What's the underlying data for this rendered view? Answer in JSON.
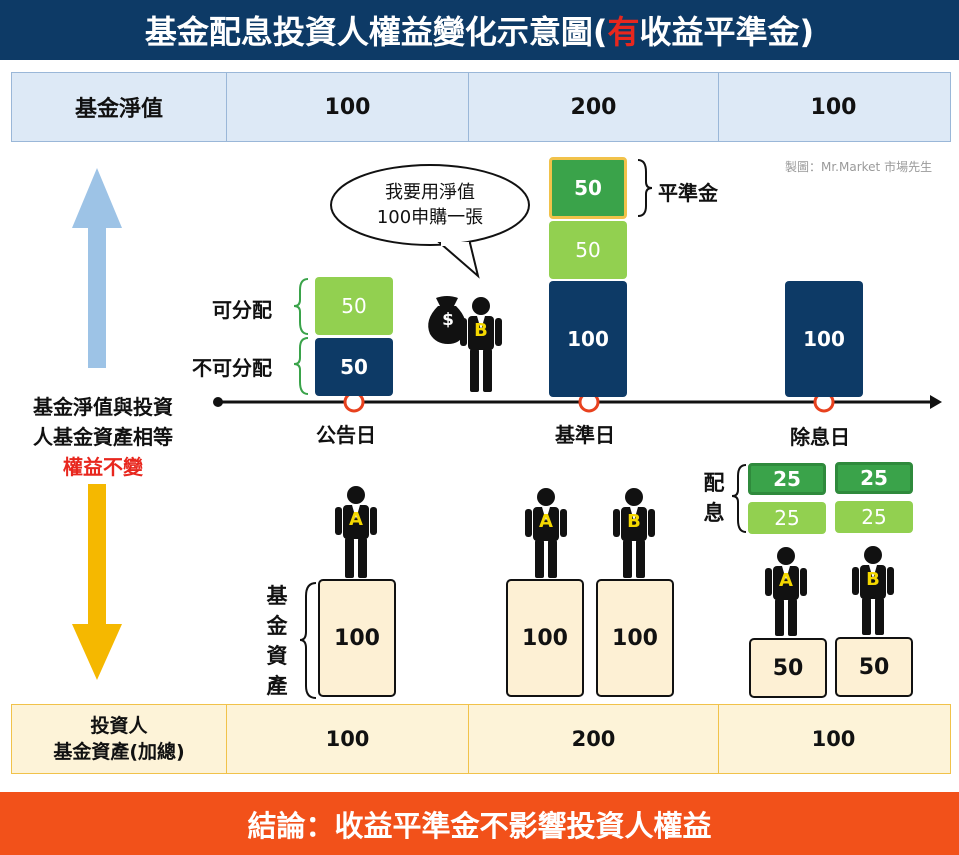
{
  "title": {
    "main": "基金配息投資人權益變化示意圖(",
    "highlight": "有",
    "suffix": "收益平準金)"
  },
  "nav_table": {
    "label": "基金淨值",
    "values": [
      "100",
      "200",
      "100"
    ]
  },
  "credit": "製圖：Mr.Market 市場先生",
  "speech_bubble": {
    "line1": "我要用淨值",
    "line2": "100申購一張"
  },
  "labels": {
    "distributable": "可分配",
    "non_distributable": "不可分配",
    "equalization": "平準金",
    "dividend_stack": [
      "配",
      "息"
    ],
    "asset_stack": [
      "基",
      "金",
      "資",
      "產"
    ]
  },
  "timeline": {
    "dates": [
      "公告日",
      "基準日",
      "除息日"
    ]
  },
  "blocks": {
    "announce": {
      "top": "50",
      "bottom": "50"
    },
    "record": {
      "eq": "50",
      "mid": "50",
      "base": "100"
    },
    "ex": {
      "base": "100"
    }
  },
  "left_note": {
    "line1": "基金淨值與投資",
    "line2": "人基金資產相等",
    "line3": "權益不變"
  },
  "investors": {
    "a": "A",
    "b": "B",
    "money": "$"
  },
  "assets": {
    "announce_a": "100",
    "record_a": "100",
    "record_b": "100",
    "ex_a": "50",
    "ex_b": "50"
  },
  "dividends": {
    "a_top": "25",
    "a_bottom": "25",
    "b_top": "25",
    "b_bottom": "25"
  },
  "asset_table": {
    "label_line1": "投資人",
    "label_line2": "基金資產(加總)",
    "values": [
      "100",
      "200",
      "100"
    ]
  },
  "conclusion": "結論：收益平準金不影響投資人權益",
  "colors": {
    "navy": "#0d3a66",
    "orange": "#f2511a",
    "light_green": "#92d050",
    "dark_green": "#3aa34a",
    "cream": "#fdf0d4",
    "gold": "#f1c24a",
    "red": "#e8271e",
    "light_blue": "#dde9f6"
  }
}
